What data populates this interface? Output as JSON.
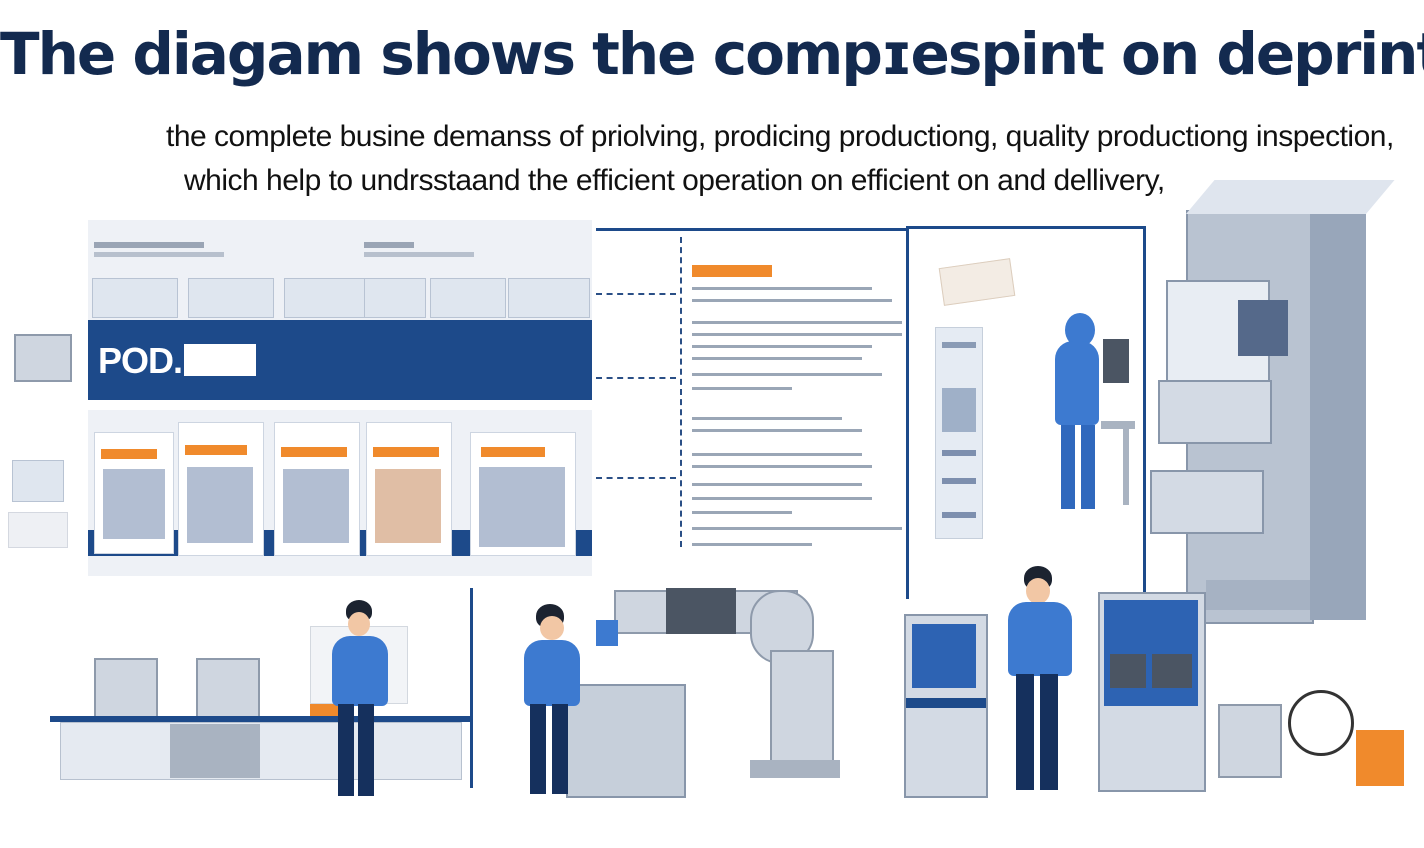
{
  "title": "The diagam shows the compɪespint on deprint",
  "subtitle_line1": "the complete busine demanss of priolving,  prodicing productiong, quality productiong inspection,",
  "subtitle_line2": "which help to undrsstaand  the efficient  operation on efficient on  and dellivery,",
  "pod_label": "POD.",
  "stations": [
    "order-panel",
    "product-gallery",
    "process-notes",
    "inspection-operator",
    "robot-arm",
    "printing-kiosk",
    "packaging-unit",
    "vending-production-machine"
  ],
  "colors": {
    "navy": "#1d4a8a",
    "title": "#132a4f",
    "orange": "#f08a2c",
    "shirt": "#3d7ad0"
  }
}
